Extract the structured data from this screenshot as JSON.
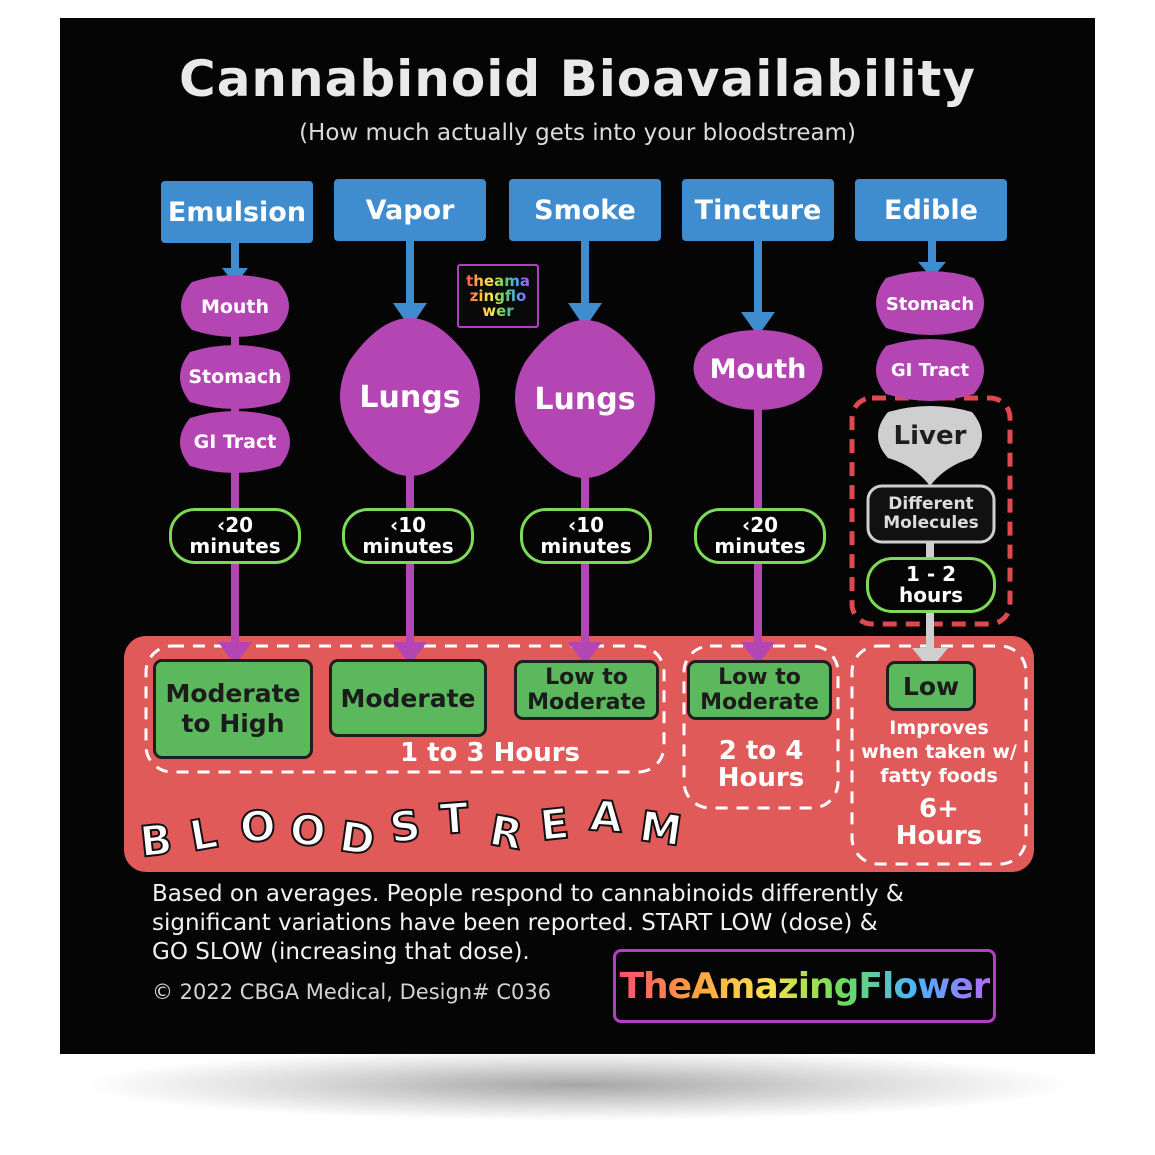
{
  "title": "Cannabinoid Bioavailability",
  "subtitle": "(How much actually gets into your bloodstream)",
  "colors": {
    "method": "#3f8dcf",
    "organ": "#b346b3",
    "liver": "#cfcfcf",
    "time": "#7ed957",
    "result": "#5cb85c",
    "bloodstream": "#e05a5a"
  },
  "logo_small_text": "theamazingflower",
  "columns": [
    {
      "method": "Emulsion",
      "organs": [
        "Mouth",
        "Stomach",
        "GI Tract"
      ],
      "time": [
        "‹20",
        "minutes"
      ],
      "result": [
        "Moderate",
        "to High"
      ]
    },
    {
      "method": "Vapor",
      "organs": [
        "Lungs"
      ],
      "time": [
        "‹10",
        "minutes"
      ],
      "result": [
        "Moderate"
      ]
    },
    {
      "method": "Smoke",
      "organs": [
        "Lungs"
      ],
      "time": [
        "‹10",
        "minutes"
      ],
      "result": [
        "Low to",
        "Moderate"
      ]
    },
    {
      "method": "Tincture",
      "organs": [
        "Mouth"
      ],
      "time": [
        "‹20",
        "minutes"
      ],
      "result": [
        "Low to",
        "Moderate"
      ]
    },
    {
      "method": "Edible",
      "organs": [
        "Stomach",
        "GI Tract"
      ],
      "liver": "Liver",
      "molecules": [
        "Different",
        "Molecules"
      ],
      "time": [
        "1 - 2",
        "hours"
      ],
      "result": [
        "Low"
      ]
    }
  ],
  "durations": {
    "group1": "1 to 3 Hours",
    "tincture": [
      "2 to 4",
      "Hours"
    ],
    "edible_note": [
      "Improves",
      "when taken w/",
      "fatty foods"
    ],
    "edible": [
      "6+",
      "Hours"
    ]
  },
  "bloodstream_letters": [
    "B",
    "L",
    "O",
    "O",
    "D",
    "S",
    "T",
    "R",
    "E",
    "A",
    "M"
  ],
  "footer": [
    "Based on averages. People respond to cannabinoids differently &",
    "significant variations have been reported. START LOW (dose) &",
    "GO SLOW (increasing that dose)."
  ],
  "copyright": "© 2022 CBGA Medical, Design# C036",
  "brand": "TheAmazingFlower"
}
